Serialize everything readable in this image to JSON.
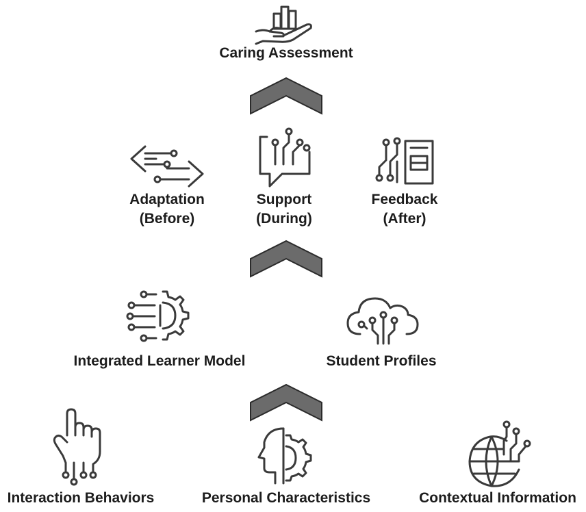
{
  "top": {
    "label": "Caring Assessment",
    "icon": "hand-chart-icon"
  },
  "tier2": [
    {
      "line1": "Adaptation",
      "line2": "(Before)",
      "icon": "arrows-circuit-icon"
    },
    {
      "line1": "Support",
      "line2": "(During)",
      "icon": "chat-circuit-icon"
    },
    {
      "line1": "Feedback",
      "line2": "(After)",
      "icon": "document-circuit-icon"
    }
  ],
  "tier3": [
    {
      "label": "Integrated Learner Model",
      "icon": "gear-circuit-icon"
    },
    {
      "label": "Student Profiles",
      "icon": "cloud-circuit-icon"
    }
  ],
  "tier4": [
    {
      "label": "Interaction Behaviors",
      "icon": "finger-circuit-icon"
    },
    {
      "label": "Personal Characteristics",
      "icon": "head-gear-icon"
    },
    {
      "label": "Contextual Information",
      "icon": "globe-circuit-icon"
    }
  ],
  "colors": {
    "chevron": "#6b6b6b",
    "chevron_outline": "#2b2b2b",
    "icon_stroke": "#3a3a3a",
    "text": "#1c1c1c"
  }
}
